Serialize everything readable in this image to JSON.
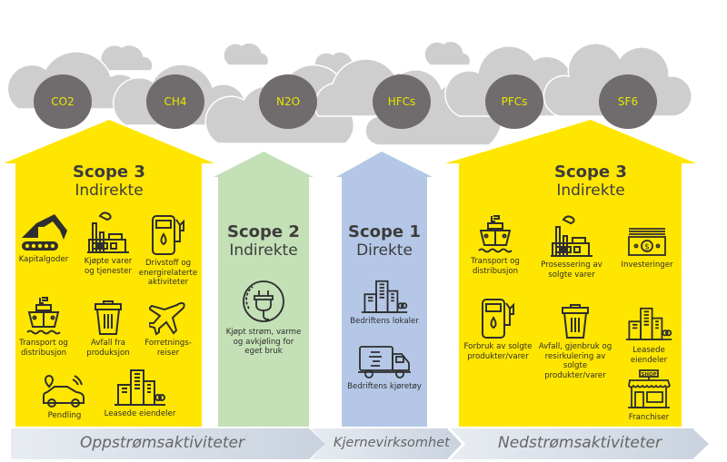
{
  "colors": {
    "scope3": "#ffe600",
    "scope2": "#c4e0b6",
    "scope1": "#b4c7e6",
    "cloud": "#cfcecf",
    "gas_circle": "#706b6c",
    "gas_text": "#e8e600",
    "text_dark": "#3d3c3c"
  },
  "gases": [
    {
      "label": "CO2"
    },
    {
      "label": "CH4"
    },
    {
      "label": "N2O"
    },
    {
      "label": "HFCs"
    },
    {
      "label": "PFCs"
    },
    {
      "label": "SF6"
    }
  ],
  "scopes": {
    "upstream": {
      "title": "Scope 3",
      "subtitle": "Indirekte",
      "items": [
        {
          "label": "Kapitalgoder",
          "icon": "excavator-icon"
        },
        {
          "label": "Kjøpte varer og tjenester",
          "icon": "factory-icon"
        },
        {
          "label": "Drivstoff og energirelaterte aktiviteter",
          "icon": "fuel-pump-icon"
        },
        {
          "label": "Transport og distribusjon",
          "icon": "ship-icon"
        },
        {
          "label": "Avfall fra produksjon",
          "icon": "trash-bin-icon"
        },
        {
          "label": "Forretnings-reiser",
          "icon": "airplane-icon"
        },
        {
          "label": "Pendling",
          "icon": "car-icon"
        },
        {
          "label": "Leasede eiendeler",
          "icon": "buildings-icon"
        }
      ]
    },
    "scope2": {
      "title": "Scope 2",
      "subtitle": "Indirekte",
      "items": [
        {
          "label": "Kjøpt strøm, varme og avkjøling for eget bruk",
          "icon": "power-plug-icon"
        }
      ]
    },
    "scope1": {
      "title": "Scope 1",
      "subtitle": "Direkte",
      "items": [
        {
          "label": "Bedriftens lokaler",
          "icon": "buildings-icon"
        },
        {
          "label": "Bedriftens kjøretøy",
          "icon": "truck-icon"
        }
      ]
    },
    "downstream": {
      "title": "Scope 3",
      "subtitle": "Indirekte",
      "items": [
        {
          "label": "Transport og distribusjon",
          "icon": "ship-icon"
        },
        {
          "label": "Prosessering av solgte varer",
          "icon": "factory-icon"
        },
        {
          "label": "Investeringer",
          "icon": "money-icon"
        },
        {
          "label": "Forbruk av solgte produkter/varer",
          "icon": "fuel-pump-icon"
        },
        {
          "label": "Avfall, gjenbruk og resirkulering av solgte produkter/varer",
          "icon": "trash-bin-icon"
        },
        {
          "label": "Leasede eiendeler",
          "icon": "buildings-icon"
        },
        {
          "label": "Franchiser",
          "icon": "shop-icon",
          "sign": "SHOP"
        }
      ]
    }
  },
  "bands": [
    {
      "label": "Oppstrømsaktiviteter"
    },
    {
      "label": "Kjernevirksomhet"
    },
    {
      "label": "Nedstrømsaktiviteter"
    }
  ]
}
